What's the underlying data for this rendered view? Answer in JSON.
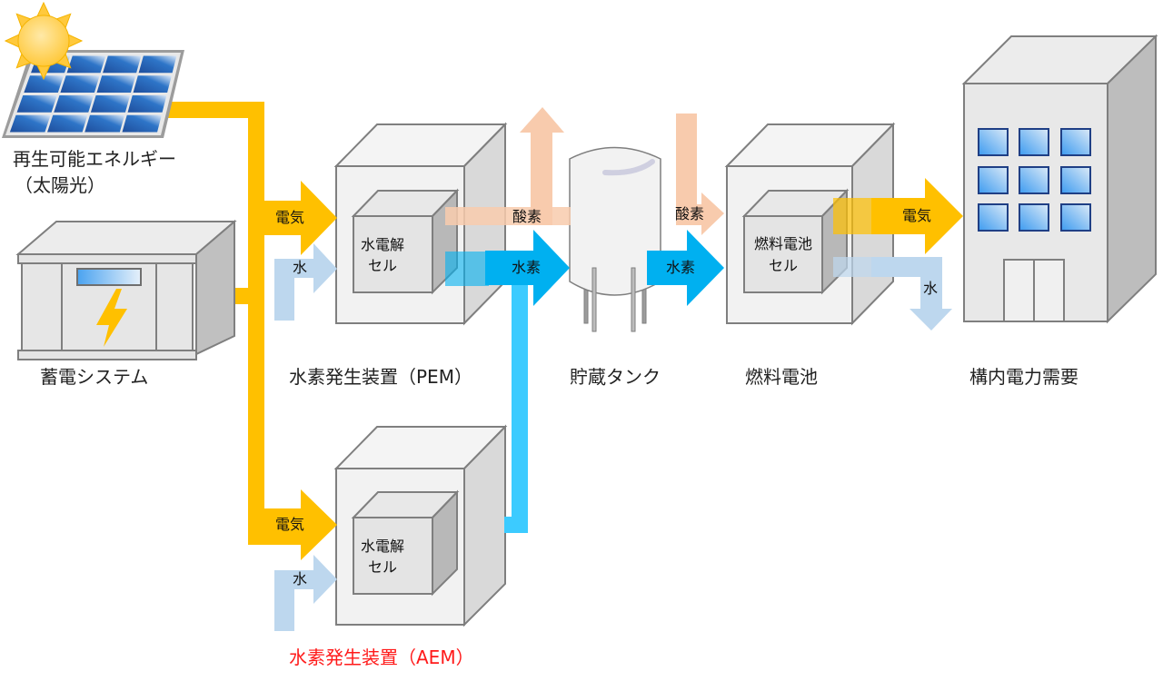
{
  "colors": {
    "electricity": "#ffc000",
    "water": "#bdd7ee",
    "hydrogen": "#00b0f0",
    "hydrogen_aem": "#3ccbff",
    "oxygen": "#f8cbad",
    "box_face": "#f2f2f2",
    "box_side": "#d9d9d9",
    "box_edge": "#7f7f7f",
    "highlight_text": "#ff1a1a"
  },
  "nodes": {
    "solar": {
      "caption_line1": "再生可能エネルギー",
      "caption_line2": "（太陽光）"
    },
    "battery": {
      "caption": "蓄電システム"
    },
    "pem": {
      "caption": "水素発生装置（PEM）",
      "cell_line1": "水電解",
      "cell_line2": "セル"
    },
    "aem": {
      "caption": "水素発生装置（AEM）",
      "cell_line1": "水電解",
      "cell_line2": "セル"
    },
    "tank": {
      "caption": "貯蔵タンク"
    },
    "fuel_cell": {
      "caption": "燃料電池",
      "cell_line1": "燃料電池",
      "cell_line2": "セル"
    },
    "building": {
      "caption": "構内電力需要"
    }
  },
  "flows": {
    "pem_electricity": "電気",
    "pem_water": "水",
    "pem_oxygen": "酸素",
    "pem_hydrogen": "水素",
    "aem_electricity": "電気",
    "aem_water": "水",
    "tank_hydrogen": "水素",
    "fc_oxygen": "酸素",
    "fc_electricity": "電気",
    "fc_water": "水"
  }
}
